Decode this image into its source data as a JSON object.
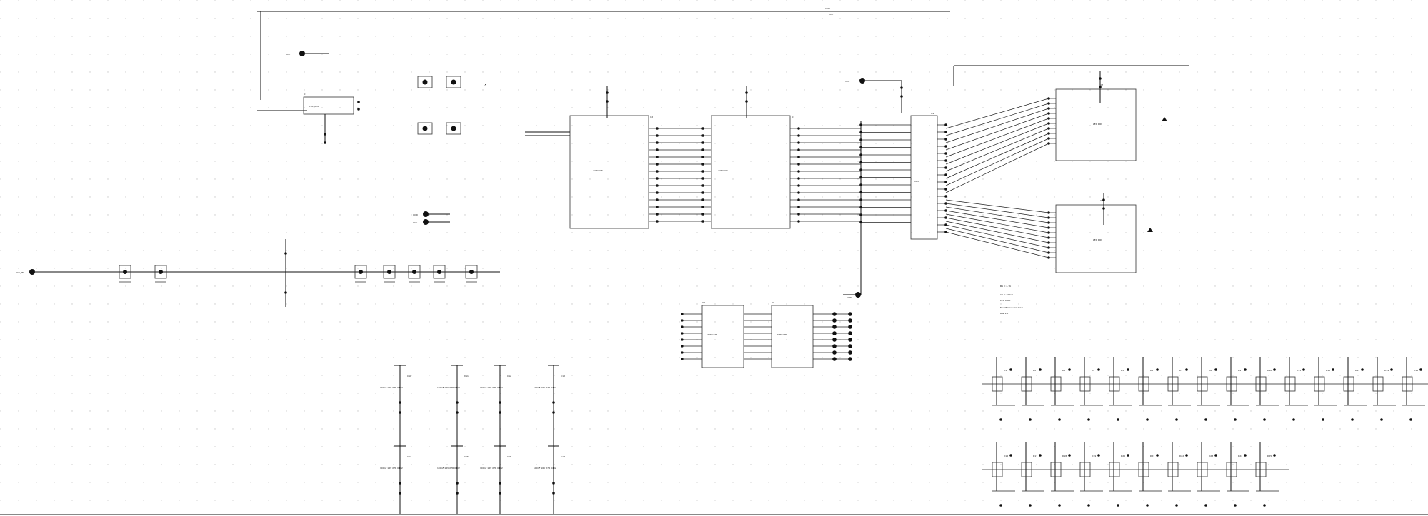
{
  "colors": {
    "background": "#ffffff",
    "wire": "#111111",
    "grid": "#c8c8c8"
  },
  "top_bus": {
    "label_1": "GND",
    "label_2": "VCC"
  },
  "ports": {
    "p_left_in": "VCC_IN",
    "p_top1": "VCC",
    "p_top_mid": "VCC",
    "p_mid_left1": "GND",
    "p_mid_left2": "VCC",
    "p_bottom_mid": "GND"
  },
  "regulator": {
    "label": "3.3V_REG",
    "ref": "U1"
  },
  "ics": {
    "ic1_ref": "U2",
    "ic1_name": "74HC595",
    "ic2_ref": "U3",
    "ic2_name": "74HC595",
    "ic3_ref": "U4",
    "ic3_name": "MCU",
    "ic4_ref": "U5",
    "ic4_name": "74HC138",
    "ic5_ref": "U6",
    "ic5_name": "74HC138",
    "ic6_ref": "U7",
    "ic6_name": "LED DRV",
    "ic7_ref": "U8",
    "ic7_name": "LED DRV"
  },
  "note": [
    "R1 = 4.7K",
    "C1 = 100nF",
    "LED 0603",
    "For LED column drive",
    "Rev 1.0"
  ],
  "caps": {
    "c_refs": [
      "C10",
      "C11",
      "C12",
      "C13",
      "C14",
      "C15",
      "C16",
      "C17"
    ],
    "c_value": "100nF 16V X7R 0402"
  },
  "leds": {
    "refs_top": [
      "D1",
      "D2",
      "D3",
      "D4",
      "D5",
      "D6",
      "D7",
      "D8",
      "D9",
      "D10",
      "D11",
      "D12",
      "D13",
      "D14",
      "D15"
    ],
    "refs_bottom": [
      "D16",
      "D17",
      "D18",
      "D19",
      "D20",
      "D21",
      "D22",
      "D23",
      "D24",
      "D25"
    ]
  }
}
